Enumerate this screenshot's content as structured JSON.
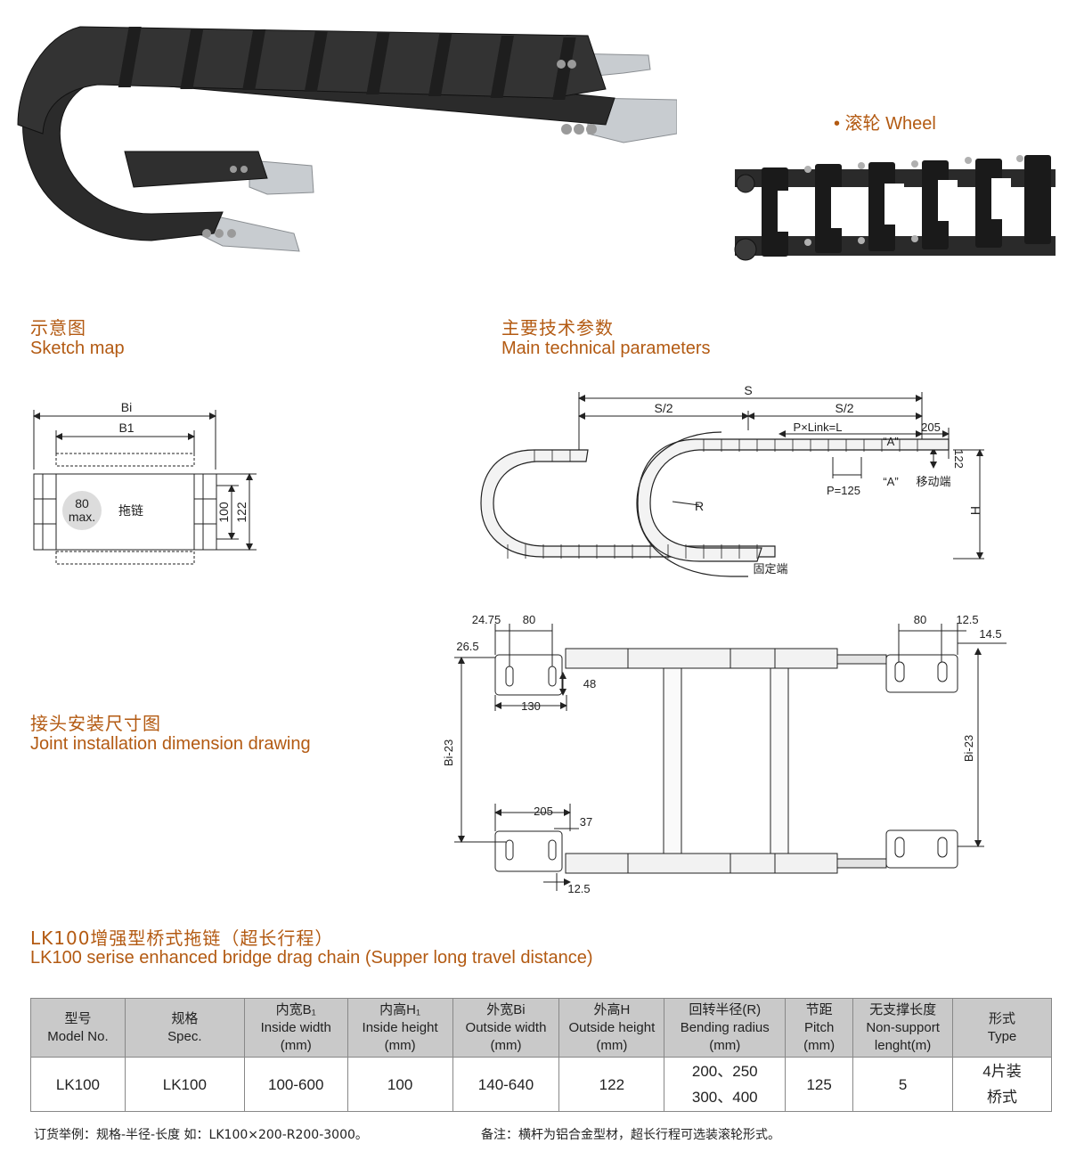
{
  "wheel_label": "• 滚轮 Wheel",
  "sketch": {
    "title_cn": "示意图",
    "title_en": "Sketch map",
    "labels": {
      "bi": "Bi",
      "b1": "B1",
      "circle_top": "80",
      "circle_bottom": "max.",
      "drag_chain": "拖链",
      "h100": "100",
      "h122": "122"
    }
  },
  "params": {
    "title_cn": "主要技术参数",
    "title_en": "Main technical parameters",
    "labels": {
      "s": "S",
      "s_half_left": "S/2",
      "s_half_right": "S/2",
      "pxlink": "P×Link=L",
      "d205": "205",
      "a_top": "“A”",
      "a_bottom": "“A”",
      "moving_end": "移动端",
      "d122": "122",
      "h": "H",
      "p125": "P=125",
      "r": "R",
      "fixed_end": "固定端"
    }
  },
  "joint": {
    "title_cn": "接头安装尺寸图",
    "title_en": "Joint installation dimension drawing",
    "labels": {
      "d2475": "24.75",
      "d80_left": "80",
      "d265": "26.5",
      "d48": "48",
      "d130": "130",
      "bi23_left": "Bi-23",
      "d205": "205",
      "d37": "37",
      "d125_bottom": "12.5",
      "d80_right": "80",
      "d125_right": "12.5",
      "d145": "14.5",
      "bi23_right": "Bi-23"
    }
  },
  "series": {
    "title_cn": "LK100增强型桥式拖链（超长行程）",
    "title_en": "LK100 serise enhanced bridge drag chain (Supper long travel distance)"
  },
  "table": {
    "headers": [
      [
        "型号",
        "Model No.",
        ""
      ],
      [
        "规格",
        "Spec.",
        ""
      ],
      [
        "内宽B₁",
        "Inside width",
        "(mm)"
      ],
      [
        "内高H₁",
        "Inside height",
        "(mm)"
      ],
      [
        "外宽Bi",
        "Outside width",
        "(mm)"
      ],
      [
        "外高H",
        "Outside height",
        "(mm)"
      ],
      [
        "回转半径(R)",
        "Bending radius",
        "(mm)"
      ],
      [
        "节距",
        "Pitch",
        "(mm)"
      ],
      [
        "无支撑长度",
        "Non-support",
        "lenght(m)"
      ],
      [
        "形式",
        "Type",
        ""
      ]
    ],
    "row": {
      "model": "LK100",
      "spec": "LK100",
      "inside_width": "100-600",
      "inside_height": "100",
      "outside_width": "140-640",
      "outside_height": "122",
      "radius_1": "200、250",
      "radius_2": "300、400",
      "pitch": "125",
      "non_support": "5",
      "type_1": "4片装",
      "type_2": "桥式"
    }
  },
  "notes": {
    "order_example": "订货举例：规格-半径-长度  如：LK100×200-R200-3000。",
    "remark": "备注：横杆为铝合金型材，超长行程可选装滚轮形式。"
  },
  "colors": {
    "heading": "#b35a12",
    "chain": "#2a2a2a",
    "bracket": "#c8ccd0",
    "table_header": "#c9c9c9"
  }
}
